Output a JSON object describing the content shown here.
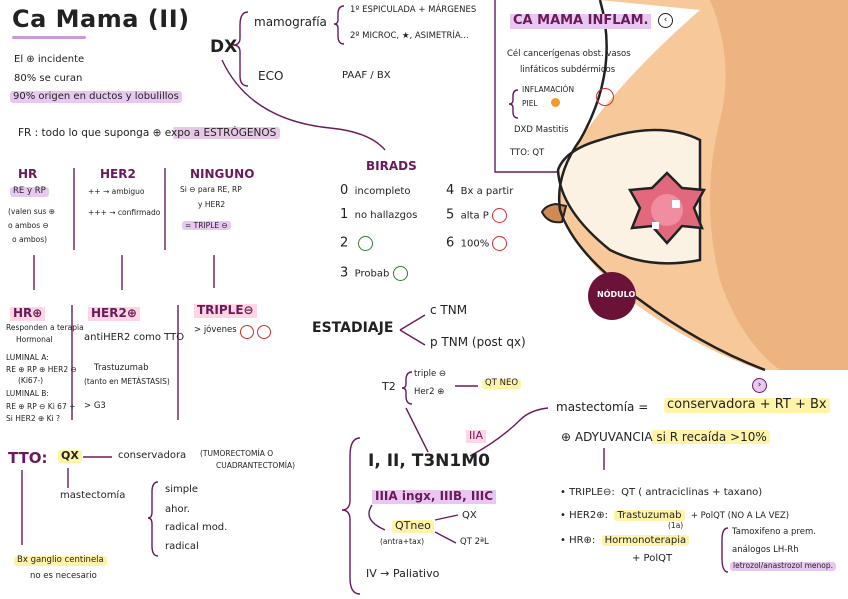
{
  "title": "Ca Mama  (II)",
  "intro": {
    "line1": "El ⊕ incidente",
    "line2": "80% se curan",
    "line3": "90% origen en ductos y lobulillos"
  },
  "fr": "FR : todo lo que suponga ⊕ expo a ESTRÓGENOS",
  "dx": {
    "label": "DX",
    "mamo_label": "mamografía",
    "mamo_1": "1º ESPICULADA + MÁRGENES",
    "mamo_2": "2º MICROC, ★, ASIMETRÍA...",
    "eco_label": "ECO",
    "eco_value": "PAAF / BX"
  },
  "inflam": {
    "title": "CA MAMA INFLAM.",
    "line1": "Cél cancerígenas obst. vasos",
    "line2": "linfáticos subdérmicos",
    "line3": "INFLAMACIÓN",
    "line4": "PIEL",
    "dxd": "DXD Mastitis",
    "tto": "TTO: QT"
  },
  "nodulo": "NÓDULO",
  "birads": {
    "title": "BIRADS",
    "items": [
      {
        "n": "0",
        "text": "incompleto"
      },
      {
        "n": "1",
        "text": "no hallazgos"
      },
      {
        "n": "2",
        "text": ""
      },
      {
        "n": "3",
        "text": "Probab"
      },
      {
        "n": "4",
        "text": "Bx a partir"
      },
      {
        "n": "5",
        "text": "alta P"
      },
      {
        "n": "6",
        "text": "100%"
      }
    ]
  },
  "types": {
    "hr_title": "HR",
    "hr_line1": "RE y RP",
    "hr_line2": "(valen sus ⊕",
    "hr_line3": "o ambos ⊖",
    "hr_line4": "o ambos)",
    "her2_title": "HER2",
    "her2_line1": "++ → ambiguo",
    "her2_line2": "+++ → confirmado",
    "ninguno_title": "NINGUNO",
    "ninguno_line1": "Si ⊖ para RE, RP",
    "ninguno_line2": "y HER2",
    "ninguno_line3": "= TRIPLE ⊖"
  },
  "subtypes": {
    "hrp_title": "HR⊕",
    "hrp_line1": "Responden a terapia",
    "hrp_line2": "Hormonal",
    "hrp_line3": "LUMINAL A:",
    "hrp_line4": "RE ⊕ RP ⊕ HER2 ⊖",
    "hrp_line5": "(Ki67-)",
    "hrp_line6": "LUMINAL B:",
    "hrp_line7": "RE ⊕ RP ⊖ Ki 67 +",
    "hrp_line8": "Si HER2 ⊕ Ki ?",
    "her2p_title": "HER2⊕",
    "her2p_line1": "antiHER2 como TTO",
    "her2p_line2": "Trastuzumab",
    "her2p_line3": "(tanto en METÁSTASIS)",
    "her2p_line4": "> G3",
    "triple_title": "TRIPLE⊖",
    "triple_line1": "> jóvenes"
  },
  "estadiaje": {
    "label": "ESTADIAJE",
    "ctnm": "c TNM",
    "ptnm": "p TNM  (post qx)"
  },
  "t2": {
    "label": "T2",
    "line1": "triple ⊖",
    "line2": "Her2 ⊕",
    "result": "QT NEO"
  },
  "tto": {
    "label": "TTO:",
    "qx": "QX",
    "conservadora": "conservadora",
    "conservadora_note1": "(TUMORECTOMÍA O",
    "conservadora_note2": "CUADRANTECTOMÍA)",
    "mastectomia": "mastectomía",
    "opt1": "simple",
    "opt2": "ahor.",
    "opt3": "radical mod.",
    "opt4": "radical",
    "bx1": "Bx ganglio centinela",
    "bx2": "no es necesario"
  },
  "staging": {
    "iia": "IIA",
    "main": "I, II, T3N1M0",
    "iiia": "IIIA ingx, IIIB, IIIC",
    "qtneo": "QTneo",
    "antra": "(antra+tax)",
    "qx": "QX",
    "qt2l": "QT 2ªL",
    "iv": "IV → Paliativo"
  },
  "right": {
    "mastectomia": "mastectomía =",
    "formula": "conservadora + RT + Bx",
    "adyuvancia": "⊕ ADYUVANCIA si R recaída >10%",
    "triple_label": "TRIPLE⊖:",
    "triple_value": "QT ( antraciclinas + taxano)",
    "her2_label": "HER2⊕:",
    "her2_value": "Trastuzumab",
    "her2_sub": "(1a)",
    "her2_tail": "+ PolQT (NO A LA VEZ)",
    "hr_label": "HR⊕:",
    "hr_value": "Hormonoterapia",
    "hr_tail": "+ PolQT",
    "tamox1": "Tamoxifeno a prem.",
    "tamox2": "análogos LH-Rh",
    "tamox3": "letrozol/anastrozol menop."
  },
  "colors": {
    "purple": "#6a1a5b",
    "lavender": "#e8c8f0",
    "yellow": "#fff3a8",
    "breast": "#f7c89a",
    "breast_dark": "#e6a26b",
    "nodule": "#e2687d",
    "nodule_label": "#6b1238"
  }
}
